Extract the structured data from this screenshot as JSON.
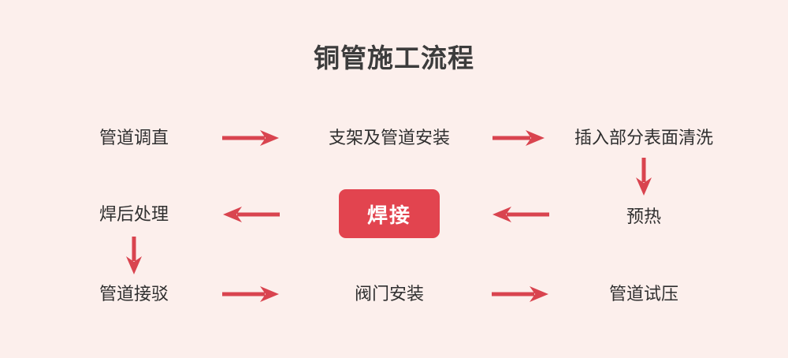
{
  "diagram": {
    "title": "铜管施工流程",
    "background_color": "#FCEFEC",
    "accent_color": "#D9444F",
    "highlight_color": "#E2444F",
    "text_color": "#2F2F2F",
    "type": "flowchart",
    "nodes": [
      {
        "id": "n1",
        "label": "管道调直",
        "row": 1,
        "col": 1,
        "highlight": false
      },
      {
        "id": "n2",
        "label": "支架及管道安装",
        "row": 1,
        "col": 2,
        "highlight": false
      },
      {
        "id": "n3",
        "label": "插入部分表面清洗",
        "row": 1,
        "col": 3,
        "highlight": false
      },
      {
        "id": "n4",
        "label": "预热",
        "row": 2,
        "col": 3,
        "highlight": false
      },
      {
        "id": "n5",
        "label": "焊接",
        "row": 2,
        "col": 2,
        "highlight": true
      },
      {
        "id": "n6",
        "label": "焊后处理",
        "row": 2,
        "col": 1,
        "highlight": false
      },
      {
        "id": "n7",
        "label": "管道接驳",
        "row": 3,
        "col": 1,
        "highlight": false
      },
      {
        "id": "n8",
        "label": "阀门安装",
        "row": 3,
        "col": 2,
        "highlight": false
      },
      {
        "id": "n9",
        "label": "管道试压",
        "row": 3,
        "col": 3,
        "highlight": false
      }
    ],
    "arrows": [
      {
        "id": "a1",
        "from": "n1",
        "to": "n2",
        "direction": "right"
      },
      {
        "id": "a2",
        "from": "n2",
        "to": "n3",
        "direction": "right"
      },
      {
        "id": "a3",
        "from": "n3",
        "to": "n4",
        "direction": "down"
      },
      {
        "id": "a4",
        "from": "n4",
        "to": "n5",
        "direction": "left"
      },
      {
        "id": "a5",
        "from": "n5",
        "to": "n6",
        "direction": "left"
      },
      {
        "id": "a6",
        "from": "n6",
        "to": "n7",
        "direction": "down"
      },
      {
        "id": "a7",
        "from": "n7",
        "to": "n8",
        "direction": "right"
      },
      {
        "id": "a8",
        "from": "n8",
        "to": "n9",
        "direction": "right"
      }
    ]
  }
}
